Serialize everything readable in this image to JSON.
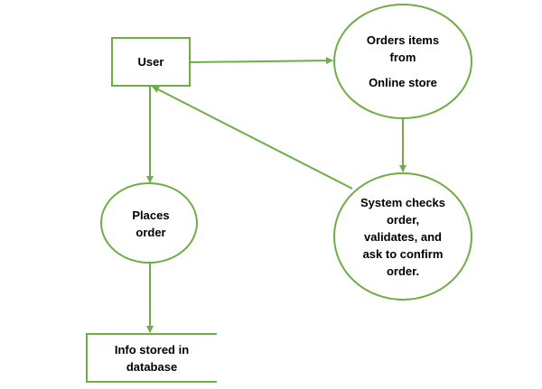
{
  "diagram": {
    "stroke_color": "#70ad47",
    "background": "#ffffff",
    "text_color": "#000000",
    "nodes": {
      "user": {
        "shape": "rectangle",
        "lines": [
          "User"
        ]
      },
      "orders_items": {
        "shape": "ellipse",
        "lines": [
          "Orders items",
          "from",
          "",
          "Online store"
        ]
      },
      "system_checks": {
        "shape": "ellipse",
        "lines": [
          "System checks",
          "order,",
          "validates, and",
          "ask to confirm",
          "order."
        ]
      },
      "places_order": {
        "shape": "ellipse",
        "lines": [
          "Places",
          "order"
        ]
      },
      "info_stored": {
        "shape": "open-rectangle",
        "lines": [
          "Info stored in",
          "database"
        ]
      }
    },
    "edges": [
      {
        "from": "user",
        "to": "orders_items"
      },
      {
        "from": "orders_items",
        "to": "system_checks"
      },
      {
        "from": "system_checks",
        "to": "user"
      },
      {
        "from": "user",
        "to": "places_order"
      },
      {
        "from": "places_order",
        "to": "info_stored"
      }
    ]
  }
}
